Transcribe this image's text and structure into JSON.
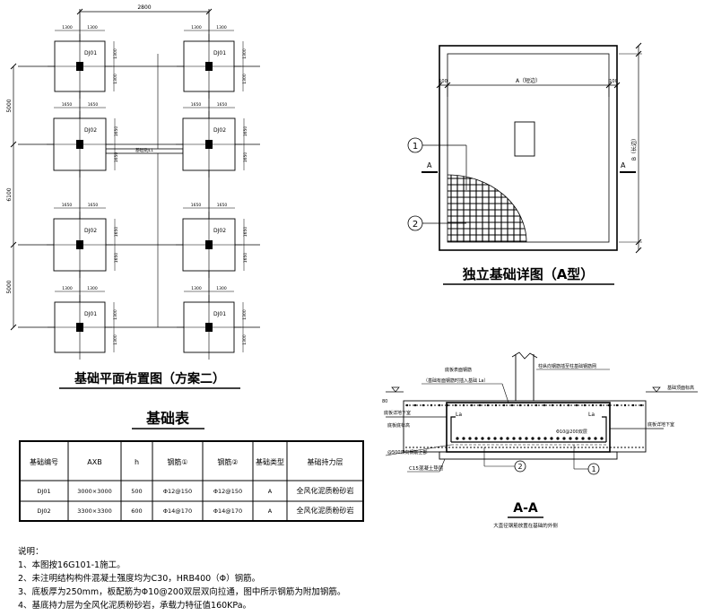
{
  "plan": {
    "title": "基础平面布置图（方案二）",
    "dim_top": "2800",
    "dim_left": [
      "5000",
      "6100",
      "5000"
    ],
    "pad_dims": [
      "1300",
      "1650"
    ],
    "beam_label": "基础梁JL1",
    "footings": [
      {
        "label": "DJ01"
      },
      {
        "label": "DJ01"
      },
      {
        "label": "DJ02"
      },
      {
        "label": "DJ02"
      },
      {
        "label": "DJ02"
      },
      {
        "label": "DJ02"
      },
      {
        "label": "DJ01"
      },
      {
        "label": "DJ01"
      }
    ]
  },
  "detail": {
    "title": "独立基础详图（A型）",
    "dim_a": "A（短边）",
    "dim_b": "B（长边）",
    "edge": "100",
    "section_mark": "A",
    "callouts": [
      "1",
      "2"
    ]
  },
  "section": {
    "title": "A-A",
    "subtitle": "大直径钢筋放置在基础的外侧",
    "labels": {
      "top_bar": "底板表面钢筋",
      "top_bar_note": "（基础有面钢筋时插入基础 La）",
      "column_bar": "柱纵向钢筋插至柱基础钢筋网",
      "top_elev": "基础顶面标高",
      "bottom_elev": "底板详地下室",
      "bottom_elev2": "底板详地下室",
      "bottom_note": "底板底标高",
      "mid_bar": "Φ10@200双层",
      "anchor": "La",
      "spacing": "@500双向钢筋上部",
      "cushion": "C15混凝土垫层",
      "cover": "80",
      "callout_1": "1",
      "callout_2": "2"
    }
  },
  "table": {
    "title": "基础表",
    "headers": [
      "基础编号",
      "AXB",
      "h",
      "钢筋①",
      "钢筋②",
      "基础类型",
      "基础持力层"
    ],
    "rows": [
      [
        "DJ01",
        "3000×3000",
        "500",
        "Φ12@150",
        "Φ12@150",
        "A",
        "全风化泥质粉砂岩"
      ],
      [
        "DJ02",
        "3300×3300",
        "600",
        "Φ14@170",
        "Φ14@170",
        "A",
        "全风化泥质粉砂岩"
      ]
    ]
  },
  "notes": {
    "heading": "说明：",
    "items": [
      "1、本图按16G101-1施工。",
      "2、未注明结构构件混凝土强度均为C30，HRB400（Φ）钢筋。",
      "3、底板厚为250mm，板配筋为Φ10@200双层双向拉通，图中所示钢筋为附加钢筋。",
      "4、基底持力层为全风化泥质粉砂岩，承载力特征值160KPa。"
    ]
  }
}
